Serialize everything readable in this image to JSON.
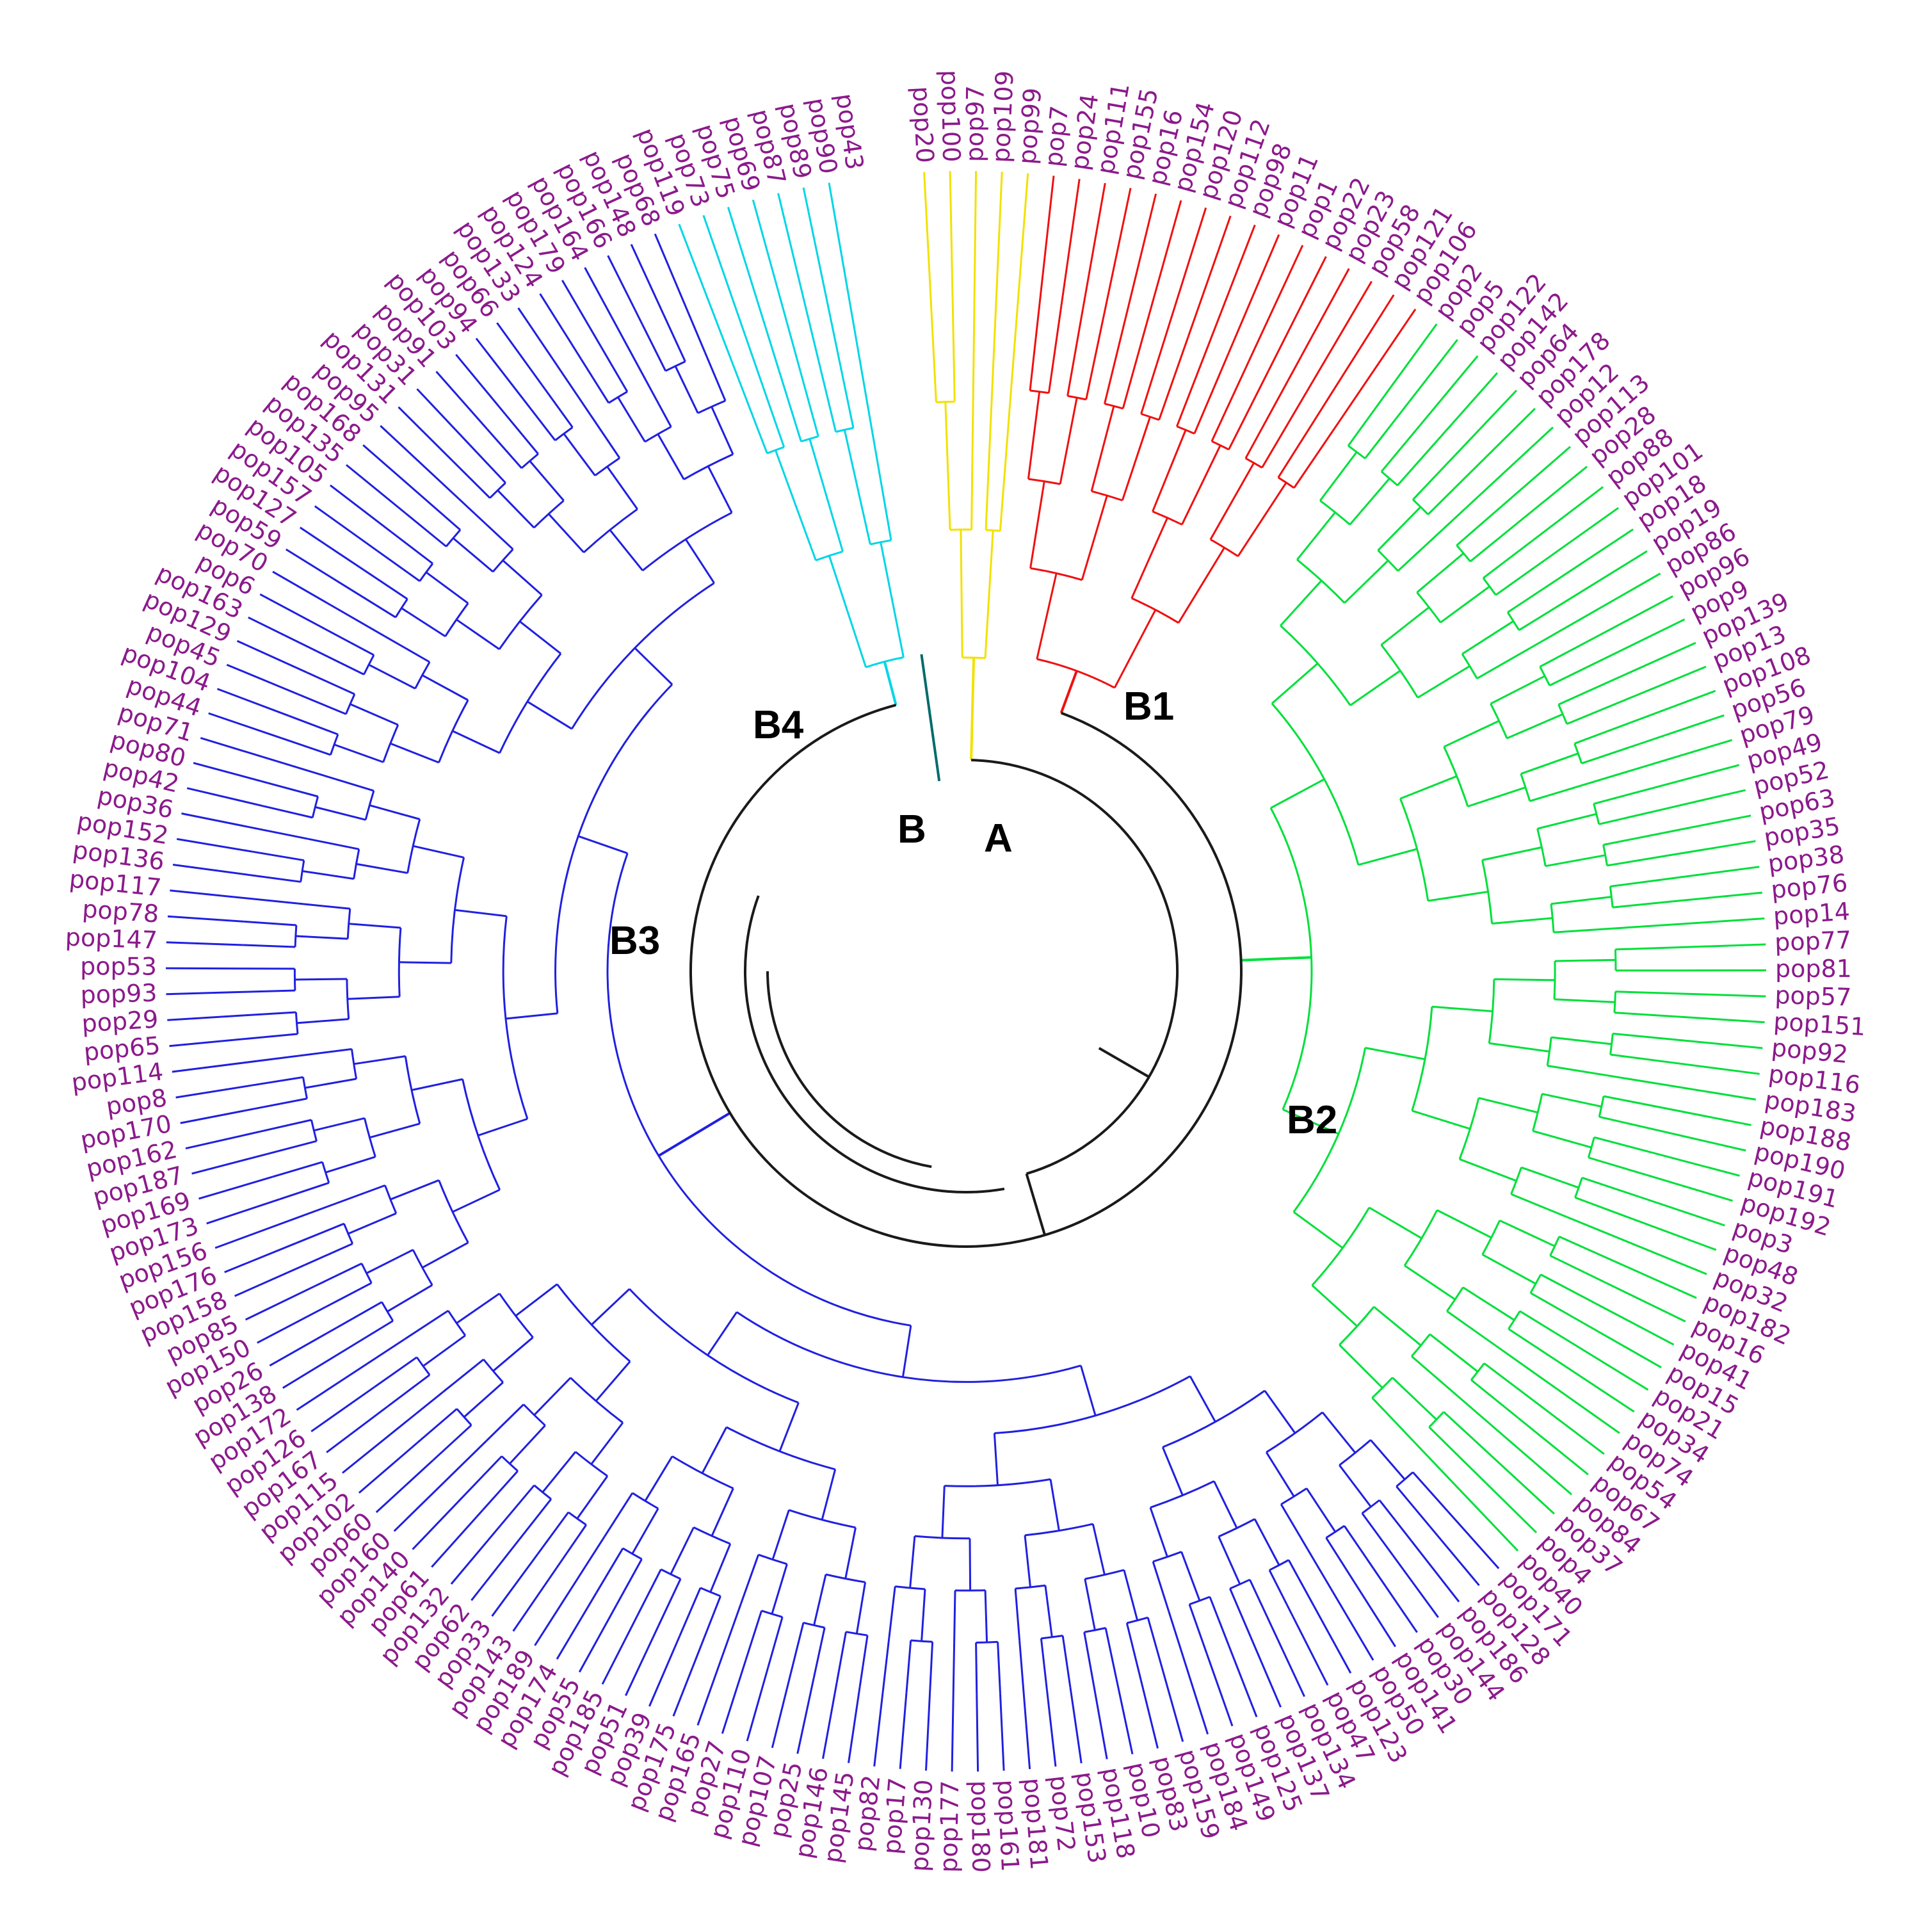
{
  "colors": {
    "backbone": "#1a1a1a",
    "label": "#8b1a8b",
    "clade_A": "#f2e100",
    "clade_B1": "#f01010",
    "clade_B2": "#00e03a",
    "clade_B3": "#2020e0",
    "clade_B4": "#00d6e6",
    "outlier": "#006b6b"
  },
  "clade_labels": {
    "A": "A",
    "B": "B",
    "B1": "B1",
    "B2": "B2",
    "B3": "B3",
    "B4": "B4"
  },
  "clades": [
    {
      "id": "A",
      "leaves": [
        "pop20",
        "pop100",
        "pop97",
        "pop109",
        "pop99"
      ]
    },
    {
      "id": "B1",
      "leaves": [
        "pop7",
        "pop24",
        "pop111",
        "pop155",
        "pop16",
        "pop154",
        "pop120",
        "pop112",
        "pop98",
        "pop11",
        "pop1",
        "pop22",
        "pop23",
        "pop58",
        "pop121",
        "pop106"
      ]
    },
    {
      "id": "B2",
      "leaves": [
        "pop2",
        "pop5",
        "pop122",
        "pop142",
        "pop64",
        "pop178",
        "pop12",
        "pop113",
        "pop28",
        "pop88",
        "pop101",
        "pop18",
        "pop19",
        "pop86",
        "pop96",
        "pop9",
        "pop139",
        "pop13",
        "pop108",
        "pop56",
        "pop79",
        "pop49",
        "pop52",
        "pop63",
        "pop35",
        "pop38",
        "pop76",
        "pop14",
        "pop77",
        "pop81",
        "pop57",
        "pop151",
        "pop92",
        "pop116",
        "pop183",
        "pop188",
        "pop190",
        "pop191",
        "pop192",
        "pop3",
        "pop48",
        "pop32",
        "pop182",
        "pop16",
        "pop41",
        "pop15",
        "pop21",
        "pop34",
        "pop74",
        "pop54",
        "pop67",
        "pop84",
        "pop37",
        "pop4",
        "pop40"
      ]
    },
    {
      "id": "B3",
      "leaves": [
        "pop171",
        "pop128",
        "pop186",
        "pop144",
        "pop30",
        "pop141",
        "pop50",
        "pop123",
        "pop47",
        "pop134",
        "pop137",
        "pop125",
        "pop149",
        "pop184",
        "pop159",
        "pop83",
        "pop10",
        "pop118",
        "pop153",
        "pop72",
        "pop181",
        "pop161",
        "pop180",
        "pop177",
        "pop130",
        "pop17",
        "pop82",
        "pop145",
        "pop146",
        "pop25",
        "pop107",
        "pop110",
        "pop27",
        "pop165",
        "pop175",
        "pop39",
        "pop51",
        "pop185",
        "pop55",
        "pop174",
        "pop189",
        "pop143",
        "pop33",
        "pop62",
        "pop132",
        "pop61",
        "pop140",
        "pop160",
        "pop60",
        "pop102",
        "pop115",
        "pop167",
        "pop126",
        "pop172",
        "pop138",
        "pop26",
        "pop150",
        "pop85",
        "pop158",
        "pop176",
        "pop156",
        "pop173",
        "pop169",
        "pop187",
        "pop162",
        "pop170",
        "pop8",
        "pop114",
        "pop65",
        "pop29",
        "pop93",
        "pop53",
        "pop147",
        "pop78",
        "pop117",
        "pop136",
        "pop152",
        "pop36",
        "pop42",
        "pop80",
        "pop71",
        "pop44",
        "pop104",
        "pop45",
        "pop129",
        "pop163",
        "pop6",
        "pop70",
        "pop59",
        "pop127",
        "pop157",
        "pop105",
        "pop135",
        "pop168",
        "pop95",
        "pop131",
        "pop31",
        "pop91",
        "pop103",
        "pop94",
        "pop66",
        "pop133",
        "pop124",
        "pop179",
        "pop164",
        "pop166",
        "pop148",
        "pop68"
      ]
    },
    {
      "id": "B4",
      "leaves": [
        "pop119",
        "pop73",
        "pop75",
        "pop69",
        "pop87",
        "pop89",
        "pop90"
      ]
    },
    {
      "id": "O",
      "leaves": [
        "pop43"
      ]
    }
  ]
}
